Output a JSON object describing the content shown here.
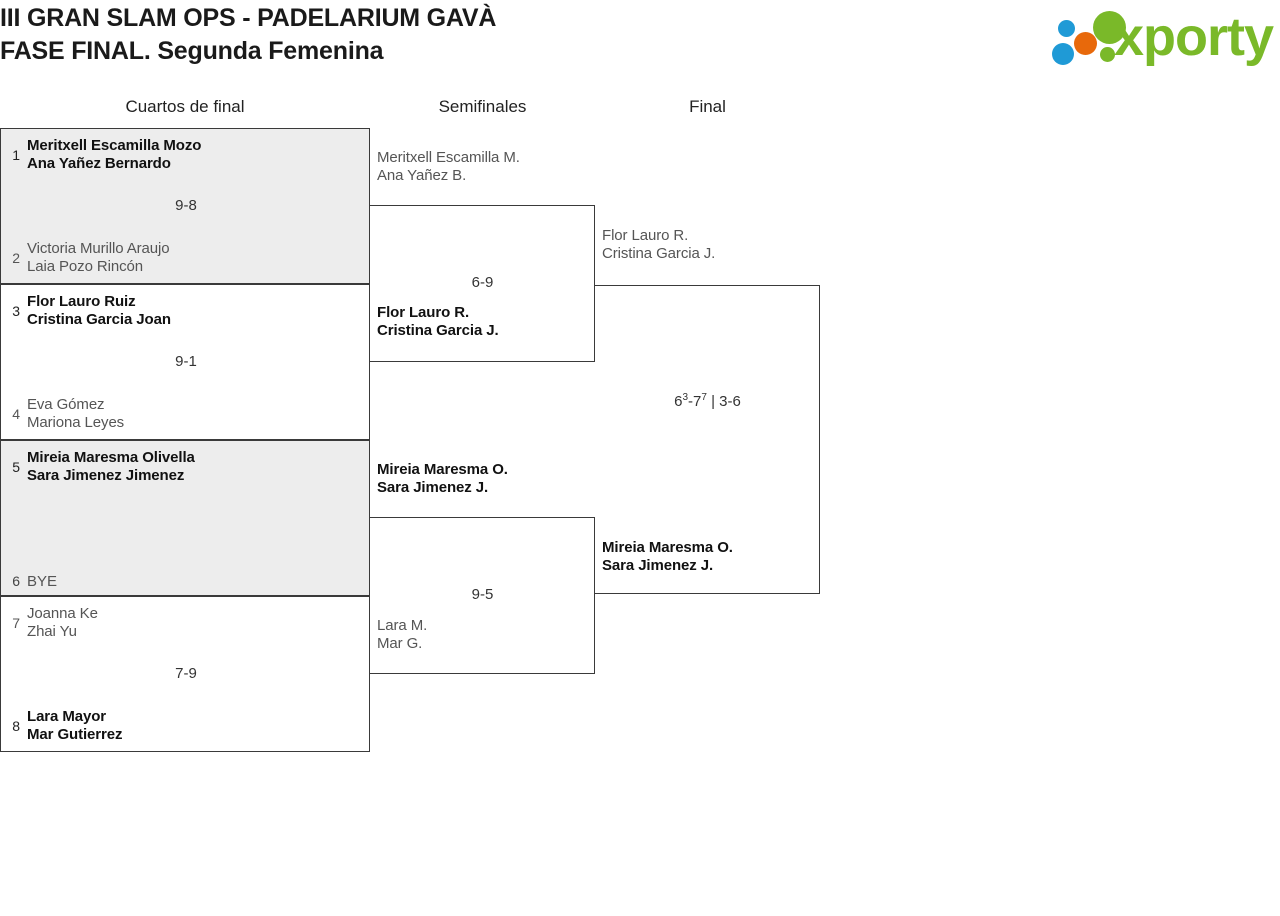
{
  "header": {
    "title_line1": "III GRAN SLAM OPS - PADELARIUM GAVÀ",
    "title_line2": "FASE FINAL. Segunda Femenina",
    "logo_text": "xporty"
  },
  "columns": [
    {
      "label": "Cuartos de final"
    },
    {
      "label": "Semifinales"
    },
    {
      "label": "Final"
    }
  ],
  "rounds": {
    "quarterfinals": [
      {
        "score": "9-8",
        "top": {
          "seed": "1",
          "player1": "Meritxell Escamilla Mozo",
          "player2": "Ana Yañez Bernardo",
          "result": "winner"
        },
        "bottom": {
          "seed": "2",
          "player1": "Victoria Murillo Araujo",
          "player2": "Laia Pozo Rincón",
          "result": "loser"
        }
      },
      {
        "score": "9-1",
        "top": {
          "seed": "3",
          "player1": "Flor Lauro Ruiz",
          "player2": "Cristina Garcia Joan",
          "result": "winner"
        },
        "bottom": {
          "seed": "4",
          "player1": "Eva Gómez",
          "player2": "Mariona Leyes",
          "result": "loser"
        }
      },
      {
        "score": "",
        "top": {
          "seed": "5",
          "player1": "Mireia Maresma Olivella",
          "player2": "Sara Jimenez Jimenez",
          "result": "winner"
        },
        "bottom": {
          "seed": "6",
          "player1": "BYE",
          "player2": "",
          "result": "bye"
        }
      },
      {
        "score": "7-9",
        "top": {
          "seed": "7",
          "player1": "Joanna Ke",
          "player2": "Zhai Yu",
          "result": "loser"
        },
        "bottom": {
          "seed": "8",
          "player1": "Lara Mayor",
          "player2": "Mar Gutierrez",
          "result": "winner"
        }
      }
    ],
    "semifinals": [
      {
        "score": "6-9",
        "top": {
          "player1": "Meritxell Escamilla M.",
          "player2": "Ana Yañez B.",
          "result": "loser"
        },
        "bottom": {
          "player1": "Flor Lauro R.",
          "player2": "Cristina Garcia J.",
          "result": "winner"
        }
      },
      {
        "score": "9-5",
        "top": {
          "player1": "Mireia Maresma O.",
          "player2": "Sara Jimenez J.",
          "result": "winner"
        },
        "bottom": {
          "player1": "Lara M.",
          "player2": "Mar G.",
          "result": "loser"
        }
      }
    ],
    "final": {
      "score_set1_games": "6",
      "score_set1_tb": "3",
      "score_set1_opp": "7",
      "score_set1_opp_tb": "7",
      "score_set2": "3-6",
      "score_separator": " | ",
      "score_full": "63-77 | 3-6",
      "top": {
        "player1": "Flor Lauro R.",
        "player2": "Cristina Garcia J.",
        "result": "loser"
      },
      "bottom": {
        "player1": "Mireia Maresma O.",
        "player2": "Sara Jimenez J.",
        "result": "winner"
      }
    }
  },
  "colors": {
    "logo_green": "#7ab929",
    "logo_blue": "#1f9ad6",
    "logo_orange": "#e8690b",
    "border": "#3a3a3a",
    "shaded_row": "#ededed"
  }
}
